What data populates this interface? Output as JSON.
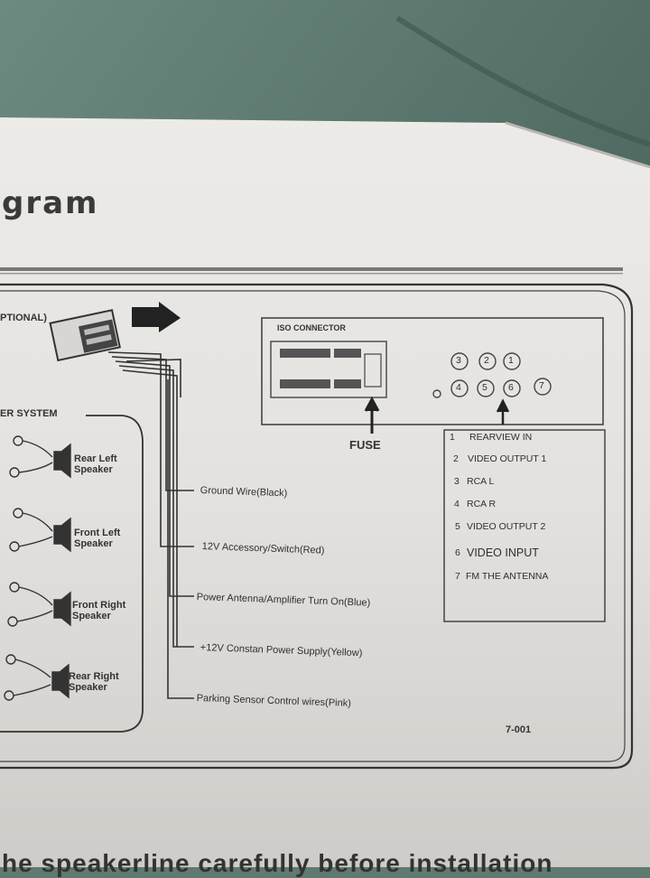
{
  "heading": "gram",
  "optional_label": "PTIONAL)",
  "speaker_system_label": "ER SYSTEM",
  "speakers": [
    "Rear Left Speaker",
    "Front Left Speaker",
    "Front Right Speaker",
    "Rear Right Speaker"
  ],
  "iso_connector_label": "ISO CONNECTOR",
  "fuse_label": "FUSE",
  "wires": [
    "Ground Wire(Black)",
    "12V Accessory/Switch(Red)",
    "Power Antenna/Amplifier Turn On(Blue)",
    "+12V Constan Power Supply(Yellow)",
    "Parking Sensor Control wires(Pink)"
  ],
  "pin_numbers_top": [
    "3",
    "2",
    "1"
  ],
  "pin_numbers_bottom": [
    "4",
    "5",
    "6",
    "7"
  ],
  "pin_legend": [
    {
      "num": "1",
      "text": "REARVIEW IN"
    },
    {
      "num": "2",
      "text": "VIDEO OUTPUT 1"
    },
    {
      "num": "3",
      "text": "RCA L"
    },
    {
      "num": "4",
      "text": "RCA R"
    },
    {
      "num": "5",
      "text": "VIDEO OUTPUT 2"
    },
    {
      "num": "6",
      "text": "VIDEO INPUT"
    },
    {
      "num": "7",
      "text": "FM THE ANTENNA"
    }
  ],
  "page_code": "7-001",
  "bottom_text": "he speakerline carefully before installation"
}
